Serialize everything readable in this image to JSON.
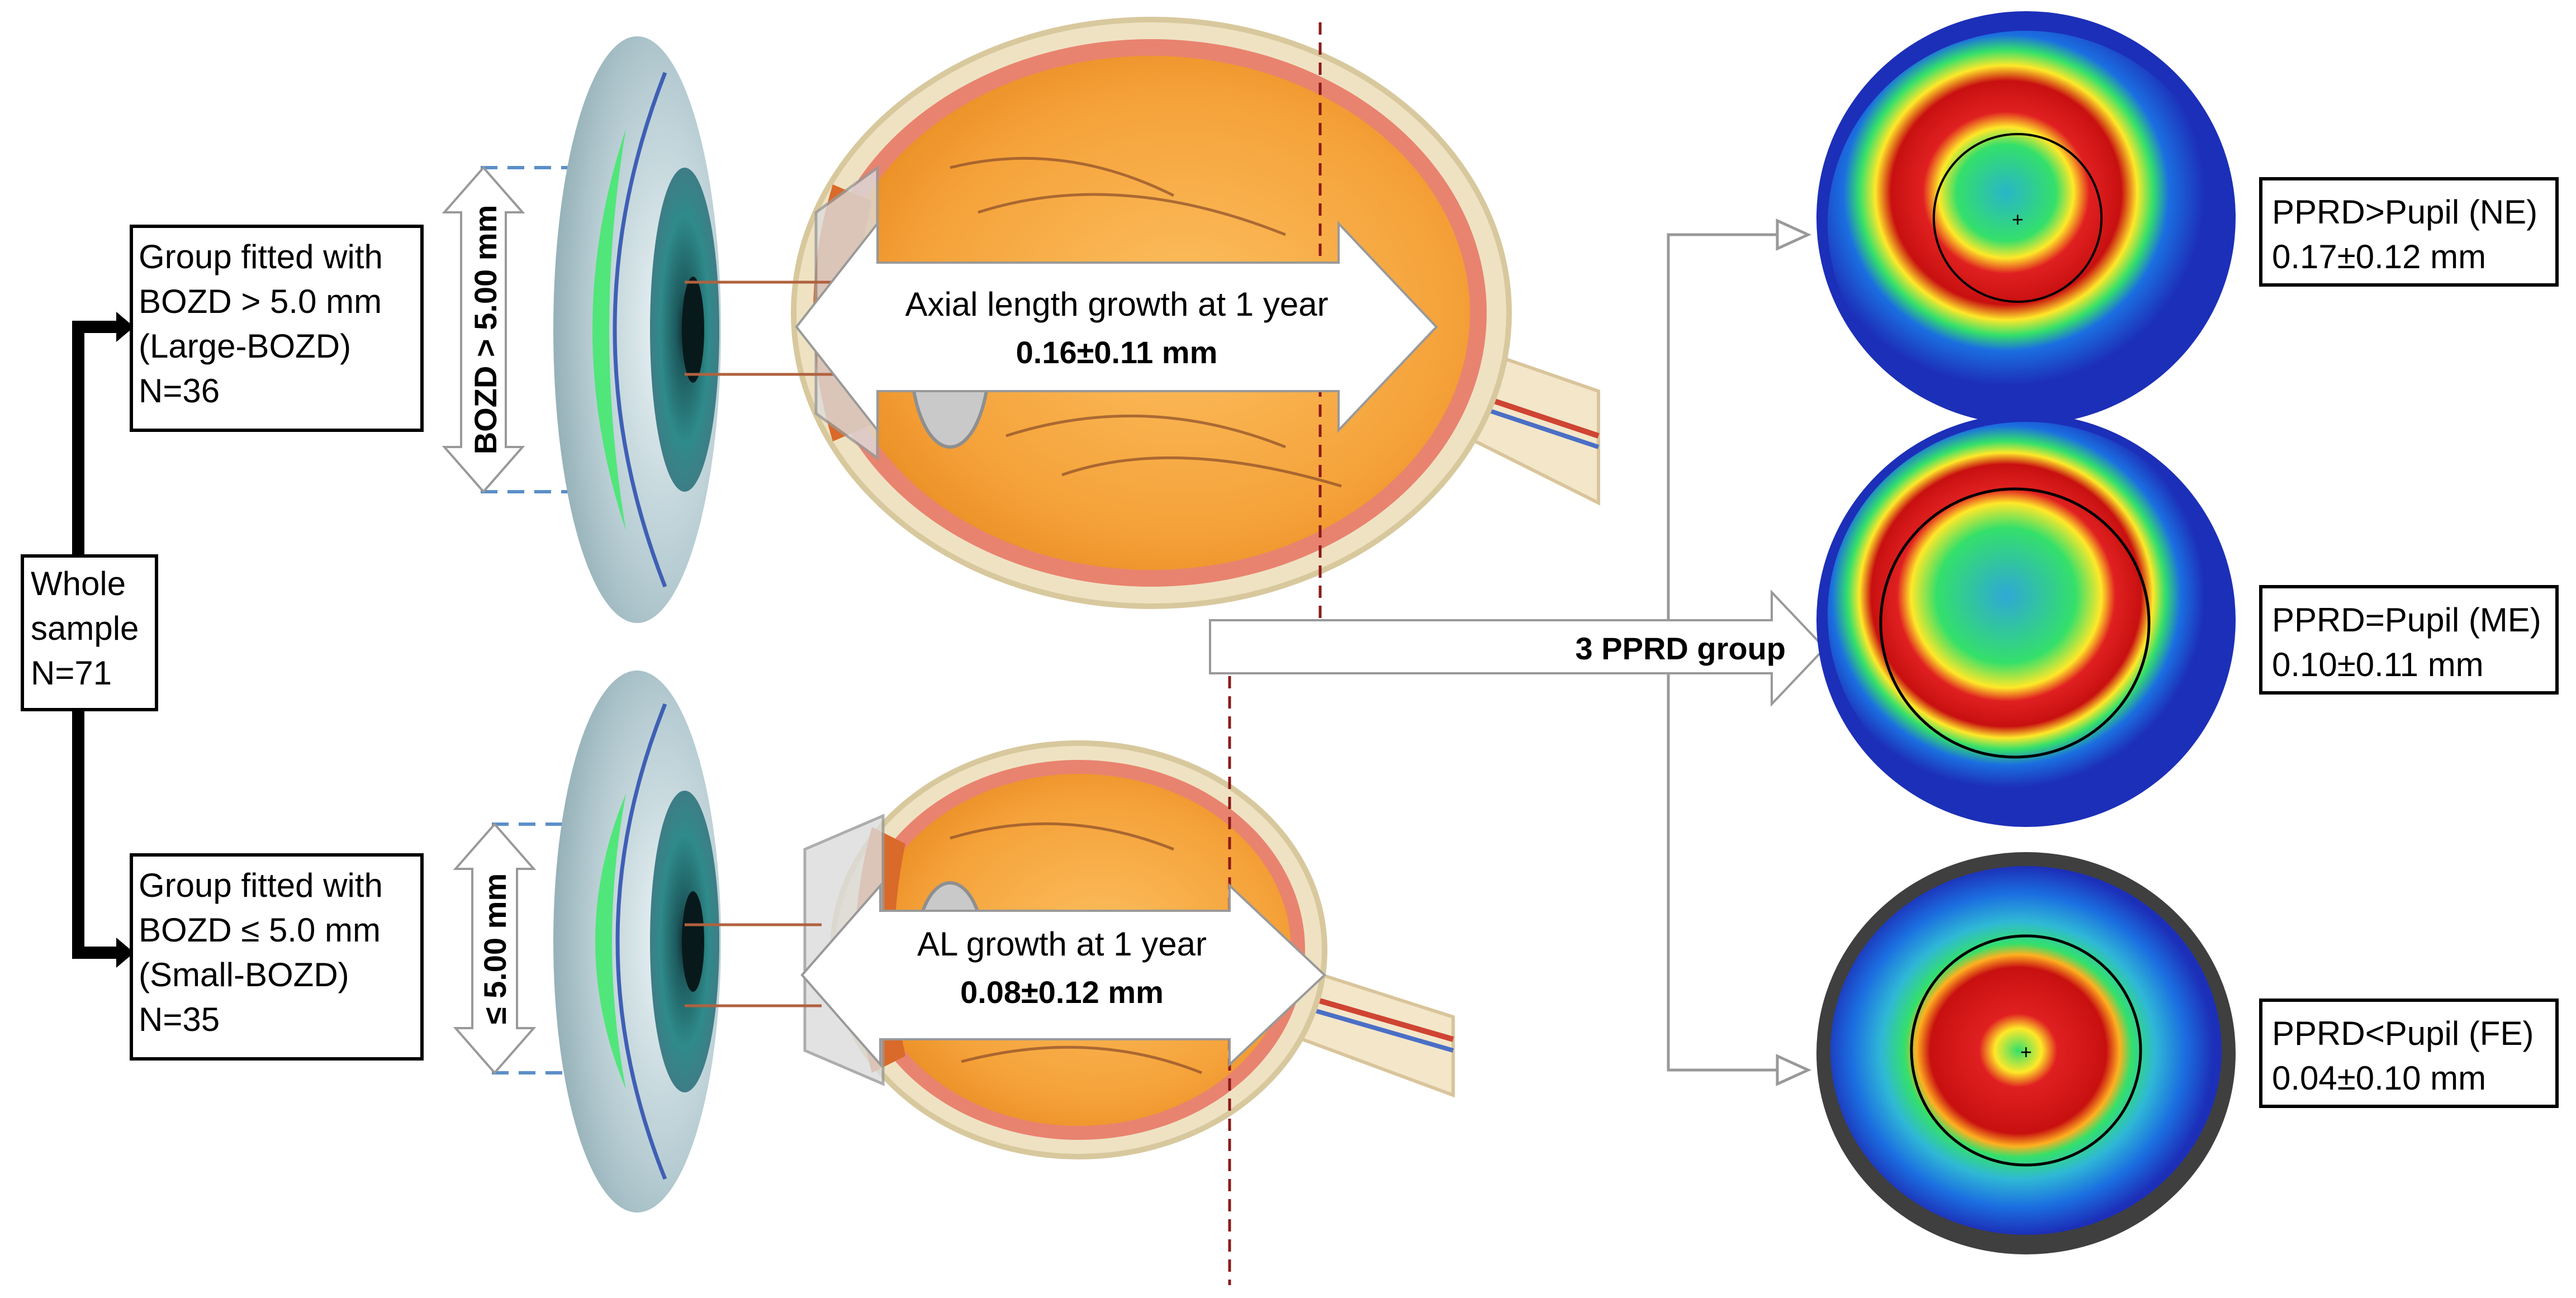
{
  "whole_sample": {
    "lines": [
      "Whole",
      "sample",
      "N=71"
    ]
  },
  "large_group": {
    "lines": [
      "Group fitted with",
      "BOZD > 5.0 mm",
      "(Large-BOZD)",
      "N=36"
    ]
  },
  "small_group": {
    "lines": [
      "Group fitted with",
      "BOZD ≤ 5.0 mm",
      "(Small-BOZD)",
      "N=35"
    ]
  },
  "large_bozd_label": "BOZD > 5.00 mm",
  "small_bozd_label": "≤ 5.00 mm",
  "large_al": {
    "title": "Axial length growth at 1 year",
    "value": "0.16±0.11 mm"
  },
  "small_al": {
    "title": "AL growth at 1 year",
    "value": "0.08±0.12 mm"
  },
  "pprd_group_label": "3 PPRD group",
  "pprd_groups": [
    {
      "label": "PPRD>Pupil (NE)",
      "value": "0.17±0.12 mm"
    },
    {
      "label": "PPRD=Pupil (ME)",
      "value": "0.10±0.11 mm"
    },
    {
      "label": "PPRD<Pupil (FE)",
      "value": "0.04±0.10 mm"
    }
  ],
  "colors": {
    "map_blue": "#1c2fb8",
    "map_red": "#d61414",
    "map_green": "#35e070",
    "map_cyan": "#2fb8d6",
    "eye_orange": "#f5a23a",
    "dashed_line": "#8b1a1a"
  }
}
